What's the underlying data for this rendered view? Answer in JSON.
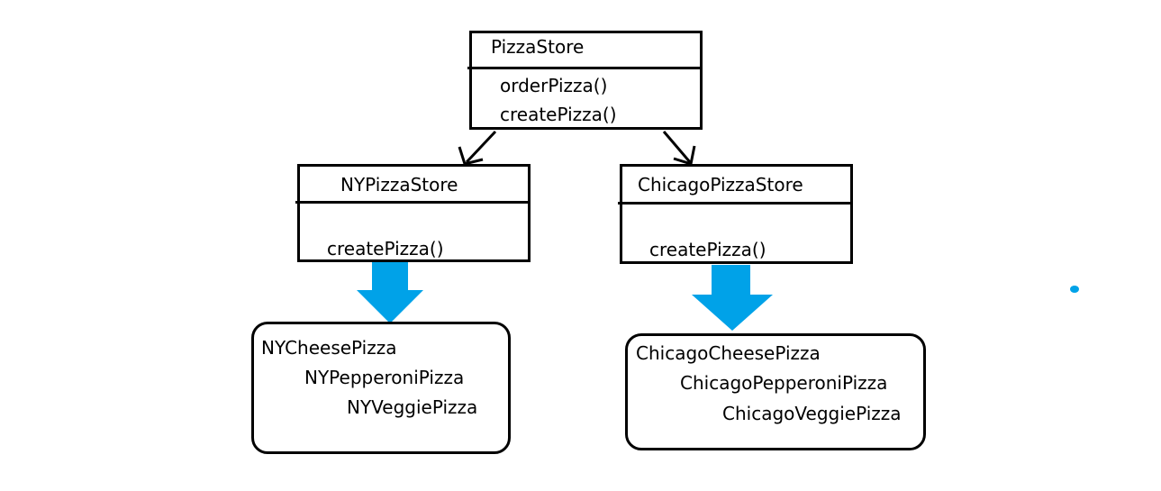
{
  "pizza_store": {
    "title": "PizzaStore",
    "methods": [
      "orderPizza()",
      "createPizza()"
    ]
  },
  "ny_store": {
    "title": "NYPizzaStore",
    "methods": [
      "createPizza()"
    ]
  },
  "chicago_store": {
    "title": "ChicagoPizzaStore",
    "methods": [
      "createPizza()"
    ]
  },
  "ny_products": [
    "NYCheesePizza",
    "NYPepperoniPizza",
    "NYVeggiePizza"
  ],
  "chicago_products": [
    "ChicagoCheesePizza",
    "ChicagoPepperoniPizza",
    "ChicagoVeggiePizza"
  ],
  "colors": {
    "line": "#000000",
    "arrow_fill": "#00a2e8"
  }
}
